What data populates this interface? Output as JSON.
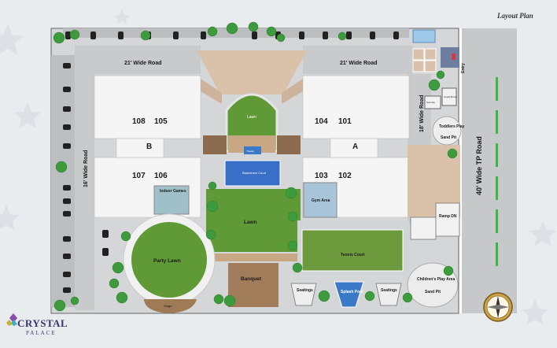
{
  "title": "Layout Plan",
  "brand": {
    "name": "CRYSTAL",
    "sub": "PALACE"
  },
  "roads": {
    "top_left": "21' Wide Road",
    "top_right": "21' Wide Road",
    "left": "16' Wide Road",
    "right_inner": "18' Wide Road",
    "main": "40' Wide TP Road"
  },
  "wings": {
    "b": "B",
    "a": "A"
  },
  "flats": {
    "f108": "108",
    "f105": "105",
    "f107": "107",
    "f106": "106",
    "f104": "104",
    "f101": "101",
    "f103": "103",
    "f102": "102"
  },
  "amenities": {
    "lawn_top": "Lawn",
    "theater": "Theater",
    "badminton": "Badminton Court",
    "indoor_games": "Indoor Games",
    "gym": "Gym Area",
    "lawn_mid": "Lawn",
    "party_lawn": "Party Lawn",
    "stage": "Stage",
    "banquet": "Banquet",
    "tennis": "Tennis Court",
    "seating_left": "Seatings",
    "pool": "Splash Pool",
    "seating_right": "Seatings",
    "kids": "Children's Play Area",
    "sand_pit_bottom": "Sand Pit",
    "toddlers": "Toddlers Play",
    "sand_pit_top": "Sand Pit",
    "ramp": "Ramp DN",
    "entry": "Entry",
    "security": "Security",
    "guard": "Guard Room"
  },
  "colors": {
    "road": "#c9cacc",
    "building": "#f4f4f4",
    "lawn": "#5f9a36",
    "tennis": "#6e9a3e",
    "pool": "#3a78c8",
    "banquet": "#a07c5a",
    "tile": "#d2b8a2"
  }
}
